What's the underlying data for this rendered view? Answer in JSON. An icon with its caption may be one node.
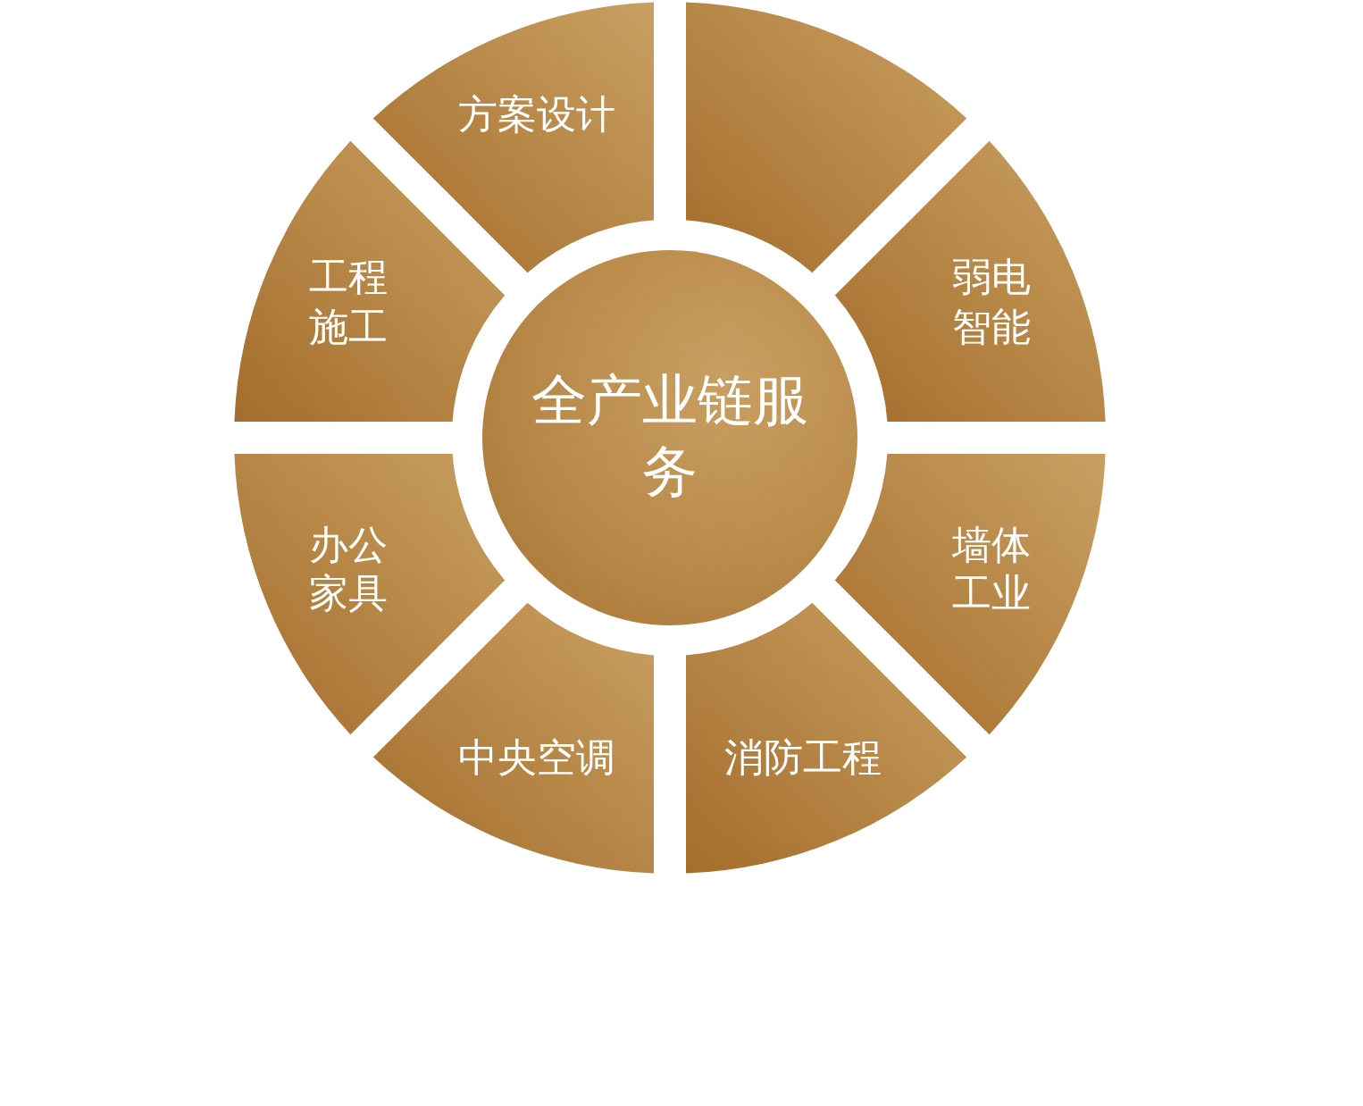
{
  "diagram": {
    "nodes": [
      {
        "text": [
          "全产业链服务"
        ]
      },
      {
        "text": [
          "方案设计"
        ]
      },
      {
        "text": [],
        "shape": "sector"
      },
      {
        "text": [
          "弱电智能"
        ]
      },
      {
        "text": [
          "墙体工业"
        ]
      },
      {
        "text": [
          "消防工程"
        ]
      },
      {
        "text": [
          "中央空调"
        ]
      },
      {
        "text": [
          "办公家具"
        ]
      },
      {
        "text": [
          "工程施工"
        ]
      }
    ]
  }
}
